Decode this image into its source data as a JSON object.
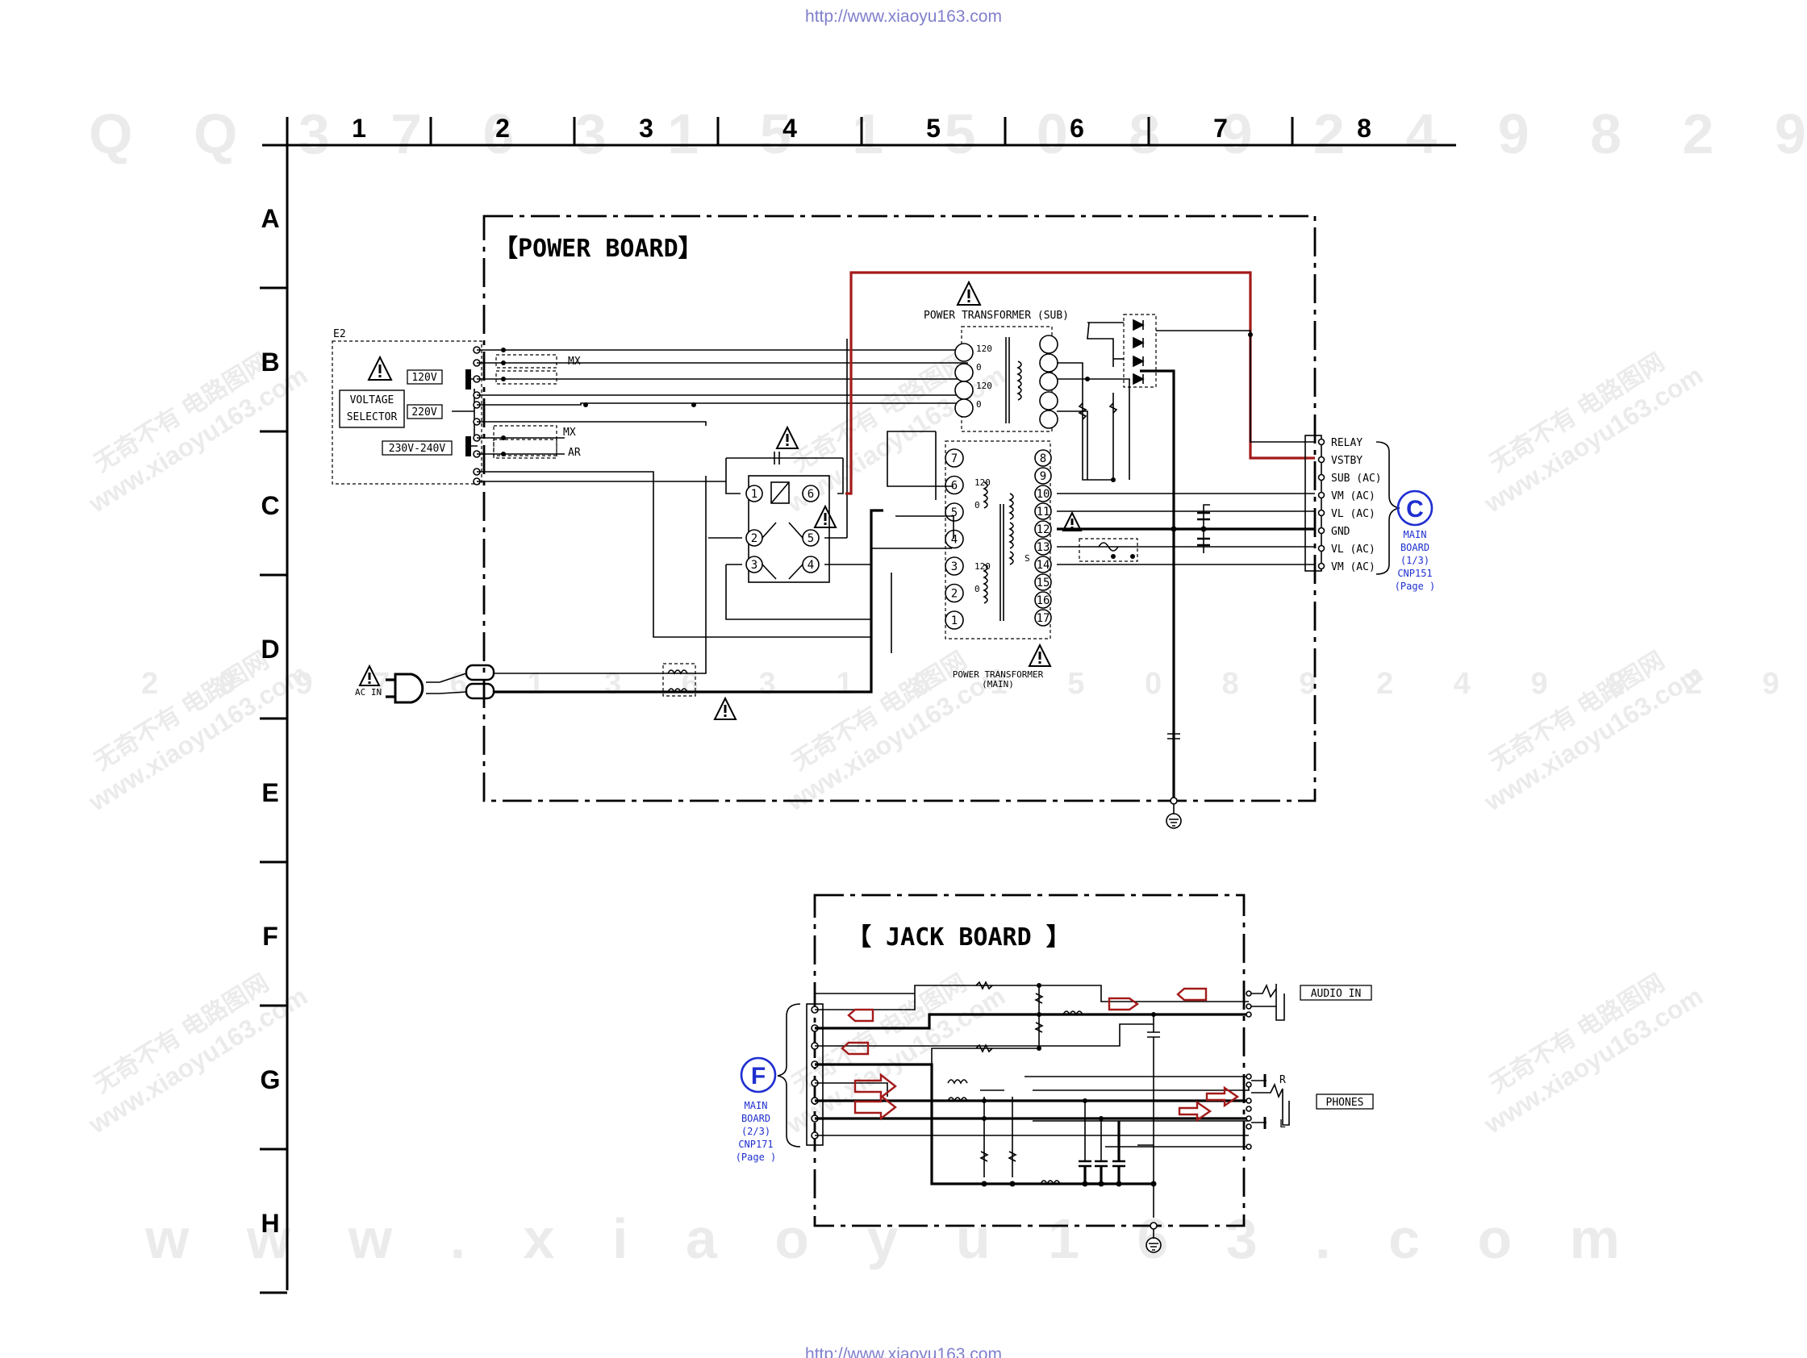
{
  "header_url": "http://www.xiaoyu163.com",
  "footer_url": "http://www.xiaoyu163.com",
  "watermarks": {
    "top_digits": "Q Q 3 7 6 3 1 5 1 5 0 8 9 2 4 9 8 2 9 9",
    "mid_digits": "2 9 9 7 6 1 3 6 3 1 5 1 5 0 8 9 2 4 9 8 2 9 9",
    "bottom_url": "w w w . x i a o y u 1 6 3 . c o m",
    "stamp_lines": [
      "无奇不有 电路图网",
      "www.xiaoyu163.com"
    ]
  },
  "grid": {
    "columns": [
      "1",
      "2",
      "3",
      "4",
      "5",
      "6",
      "7",
      "8"
    ],
    "rows": [
      "A",
      "B",
      "C",
      "D",
      "E",
      "F",
      "G",
      "H"
    ]
  },
  "power_board": {
    "title": "【POWER BOARD】",
    "e2_label": "E2",
    "voltage_selector": "VOLTAGE SELECTOR",
    "voltage_selector_lines": [
      "VOLTAGE",
      "SELECTOR"
    ],
    "v120": "120V",
    "v220": "220V",
    "v230": "230V-240V",
    "mx1": "MX",
    "mx2": "MX",
    "ar": "AR",
    "ac_in": "AC IN",
    "transformer_sub": "POWER TRANSFORMER (SUB)",
    "transformer_main_lines": [
      "POWER TRANSFORMER",
      "(MAIN)"
    ],
    "sub_primary_taps": [
      "120",
      "0",
      "120",
      "0"
    ],
    "main_primary_taps": [
      "120",
      "0",
      "120",
      "0"
    ],
    "secondary_tap": "S",
    "relay_pins": [
      "1",
      "2",
      "3",
      "4",
      "5",
      "6"
    ],
    "main_primary_pins": [
      "7",
      "6",
      "5",
      "4",
      "3",
      "2",
      "1"
    ],
    "main_secondary_pins": [
      "8",
      "9",
      "10",
      "11",
      "12",
      "13",
      "14",
      "15",
      "16",
      "17"
    ],
    "connector_pins": [
      "RELAY",
      "VSTBY",
      "SUB (AC)",
      "VM (AC)",
      "VL (AC)",
      "GND",
      "VL (AC)",
      "VM (AC)"
    ],
    "to_main": {
      "letter": "C",
      "lines": [
        "MAIN",
        "BOARD",
        "(1/3)",
        "CNP151",
        "(Page    )"
      ]
    }
  },
  "jack_board": {
    "title": "【 JACK BOARD 】",
    "audio_in": "AUDIO IN",
    "phones": "PHONES",
    "ch_r": "R",
    "ch_l": "L",
    "to_main": {
      "letter": "F",
      "lines": [
        "MAIN",
        "BOARD",
        "(2/3)",
        "CNP171",
        "(Page    )"
      ]
    }
  },
  "colors": {
    "line": "#000000",
    "highlight_wire": "#a31a1a",
    "link_blue": "#1f2fd0",
    "url": "#7f7fcc",
    "watermark": "#ecebeb"
  }
}
